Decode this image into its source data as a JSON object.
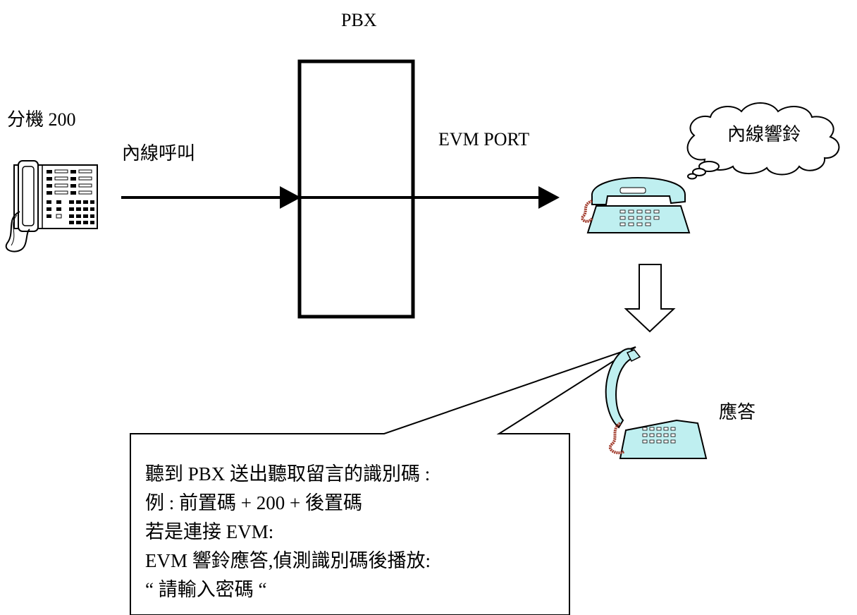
{
  "labels": {
    "pbx": "PBX",
    "extension": "分機 200",
    "internal_call": "內線呼叫",
    "evm_port": "EVM PORT",
    "cloud_text": "內線響鈴",
    "answer": "應答"
  },
  "callout": {
    "lines": [
      "聽到 PBX  送出聽取留言的識別碼 :",
      "例 :   前置碼  + 200 +  後置碼",
      "若是連接 EVM:",
      "EVM 響鈴應答,偵測識別碼後播放:",
      "“ 請輸入密碼 “"
    ]
  },
  "icons": {
    "desk_phone": "multiline-desk-phone-icon",
    "ringing_phone": "ringing-phone-icon",
    "answered_phone": "answered-phone-icon",
    "down_arrow": "hollow-down-arrow-icon",
    "thought_cloud": "thought-cloud-icon"
  },
  "colors": {
    "phone_body": "#bfeff0",
    "phone_cord": "#a0392a",
    "line": "#000000"
  }
}
